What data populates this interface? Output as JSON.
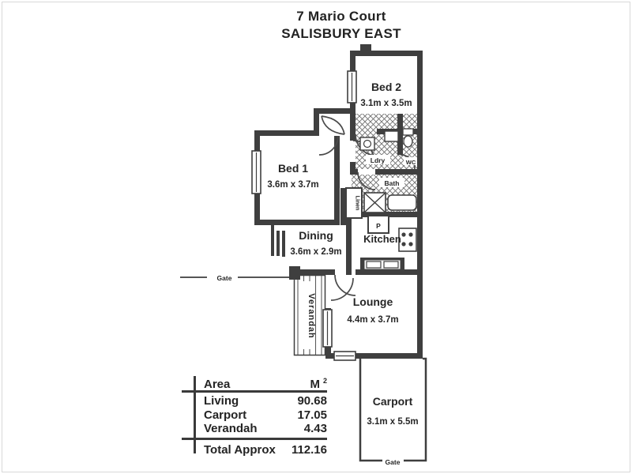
{
  "title": {
    "line1": "7 Mario Court",
    "line2": "SALISBURY EAST"
  },
  "rooms": {
    "bed2": {
      "name": "Bed 2",
      "dims": "3.1m x 3.5m"
    },
    "bed1": {
      "name": "Bed 1",
      "dims": "3.6m x 3.7m"
    },
    "dining": {
      "name": "Dining",
      "dims": "3.6m x 2.9m"
    },
    "kitchen": {
      "name": "Kitchen"
    },
    "lounge": {
      "name": "Lounge",
      "dims": "4.4m x 3.7m"
    },
    "carport": {
      "name": "Carport",
      "dims": "3.1m x 5.5m"
    },
    "verandah": {
      "name": "Verandah"
    },
    "laundry": {
      "name": "Ldry"
    },
    "wc": {
      "name": "WC"
    },
    "bath": {
      "name": "Bath"
    },
    "linen": {
      "name": "Linen"
    },
    "pantry": {
      "name": "P"
    }
  },
  "plan_labels": {
    "gate_left": "Gate",
    "gate_bottom": "Gate"
  },
  "area_table": {
    "header": {
      "col1": "Area",
      "col2": "M",
      "col2_sup": "2"
    },
    "rows": [
      {
        "label": "Living",
        "value": "90.68"
      },
      {
        "label": "Carport",
        "value": "17.05"
      },
      {
        "label": "Verandah",
        "value": "4.43"
      }
    ],
    "total": {
      "label": "Total Approx",
      "value": "112.16"
    }
  },
  "colors": {
    "wall": "#3f3f3f",
    "text": "#262626",
    "background": "#ffffff"
  }
}
